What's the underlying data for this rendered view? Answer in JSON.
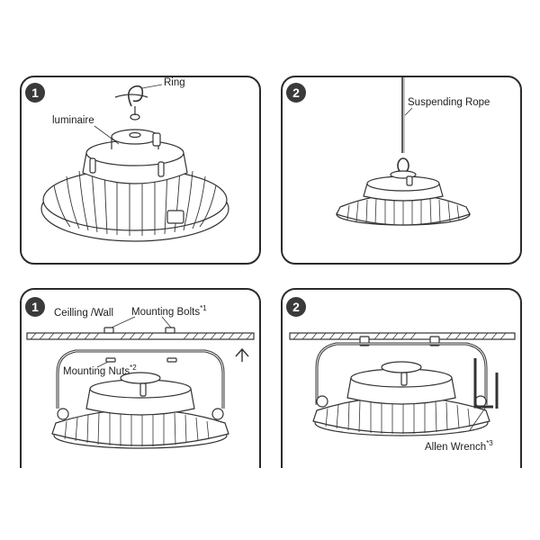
{
  "steps": {
    "top_left": "1",
    "top_right": "2",
    "bottom_left": "1",
    "bottom_right": "2"
  },
  "labels": {
    "ring": "Ring",
    "luminaire": "luminaire",
    "suspending_rope": "Suspending Rope",
    "ceiling_wall": "Ceilling /Wall",
    "mounting_bolts": "Mounting Bolts",
    "mounting_bolts_note": "*1",
    "mounting_nuts": "Mounting Nuts",
    "mounting_nuts_note": "*2",
    "allen_wrench": "Allen Wrench",
    "allen_wrench_note": "*3"
  }
}
